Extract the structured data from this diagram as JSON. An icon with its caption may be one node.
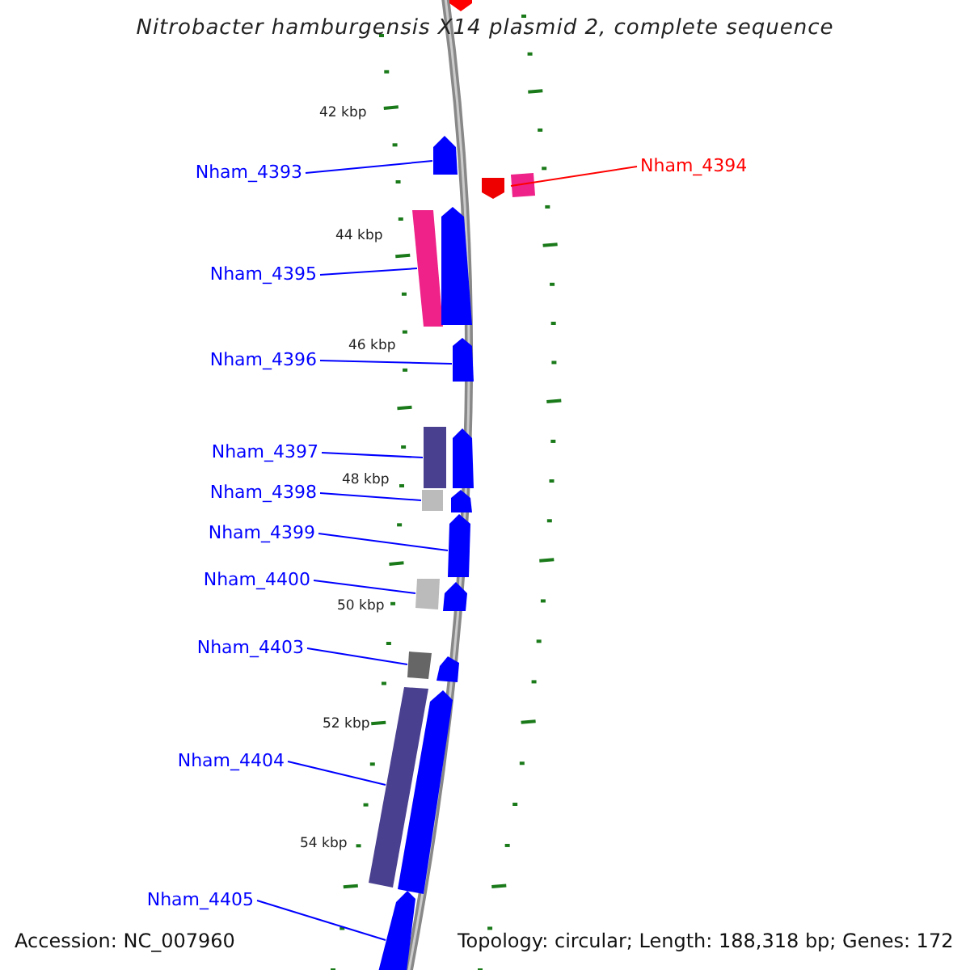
{
  "diagram": {
    "title": "Nitrobacter hamburgensis X14 plasmid 2, complete sequence",
    "nodes": [
      {
        "text": [
          "Nham_4393"
        ]
      },
      {
        "text": [
          "Nham_4394"
        ]
      },
      {
        "text": [
          "Nham_4395"
        ]
      },
      {
        "text": [
          "Nham_4396"
        ]
      },
      {
        "text": [
          "Nham_4397"
        ]
      },
      {
        "text": [
          "Nham_4398"
        ]
      },
      {
        "text": [
          "Nham_4399"
        ]
      },
      {
        "text": [
          "Nham_4400"
        ]
      },
      {
        "text": [
          "Nham_4403"
        ]
      },
      {
        "text": [
          "Nham_4404"
        ]
      },
      {
        "text": [
          "Nham_4405"
        ]
      },
      {
        "text": [],
        "shape": "pentagon"
      },
      {
        "text": [],
        "shape": "pentagon"
      },
      {
        "text": [],
        "shape": "pentagon"
      },
      {
        "text": [],
        "shape": "box"
      },
      {
        "text": [],
        "shape": "box"
      },
      {
        "text": [],
        "shape": "pentagon"
      },
      {
        "text": [],
        "shape": "pentagon"
      },
      {
        "text": [],
        "shape": "box"
      },
      {
        "text": [],
        "shape": "pentagon"
      },
      {
        "text": [],
        "shape": "box"
      },
      {
        "text": [],
        "shape": "pentagon"
      },
      {
        "text": [],
        "shape": "pentagon"
      },
      {
        "text": [],
        "shape": "box"
      },
      {
        "text": [],
        "shape": "pentagon"
      },
      {
        "text": [],
        "shape": "box"
      },
      {
        "text": [],
        "shape": "pentagon"
      },
      {
        "text": [],
        "shape": "box"
      },
      {
        "text": [],
        "shape": "pentagon"
      },
      {
        "text": [],
        "shape": "pentagon"
      }
    ],
    "edges": [
      {
        "from": 0,
        "to": 12,
        "arrow": "none"
      },
      {
        "from": 1,
        "to": 14,
        "arrow": "none",
        "color": "#ff0000"
      },
      {
        "from": 2,
        "to": 15,
        "arrow": "none"
      },
      {
        "from": 3,
        "to": 17,
        "arrow": "none"
      },
      {
        "from": 4,
        "to": 18,
        "arrow": "none"
      },
      {
        "from": 5,
        "to": 20,
        "arrow": "none"
      },
      {
        "from": 6,
        "to": 22,
        "arrow": "none"
      },
      {
        "from": 7,
        "to": 23,
        "arrow": "none"
      },
      {
        "from": 8,
        "to": 25,
        "arrow": "none"
      },
      {
        "from": 9,
        "to": 27,
        "arrow": "none"
      },
      {
        "from": 10,
        "to": 29,
        "arrow": "none"
      }
    ],
    "labels": [
      "42 kbp",
      "44 kbp",
      "46 kbp",
      "48 kbp",
      "50 kbp",
      "52 kbp",
      "54 kbp",
      "Accession: NC_007960",
      "Topology: circular; Length: 188,318 bp; Genes: 172"
    ]
  }
}
